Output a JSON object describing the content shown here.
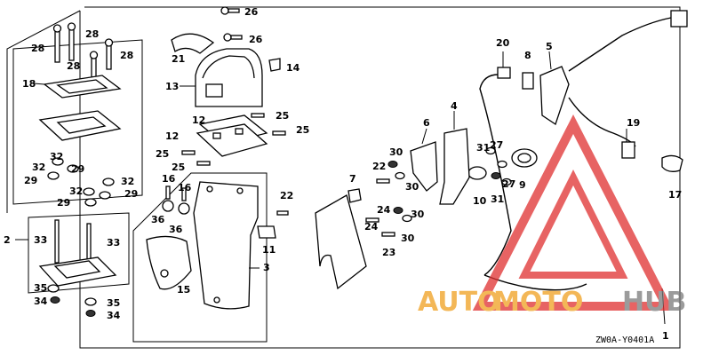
{
  "diagram": {
    "code": "ZW0A-Y0401A",
    "callouts": [
      "1",
      "2",
      "3",
      "5",
      "6",
      "4",
      "7",
      "8",
      "9",
      "10",
      "11",
      "12",
      "12",
      "13",
      "14",
      "15",
      "16",
      "16",
      "17",
      "18",
      "19",
      "20",
      "21",
      "22",
      "22",
      "23",
      "24",
      "24",
      "25",
      "25",
      "25",
      "25",
      "26",
      "26",
      "27",
      "27",
      "28",
      "28",
      "28",
      "28",
      "29",
      "29",
      "29",
      "29",
      "30",
      "30",
      "30",
      "30",
      "31",
      "31",
      "32",
      "32",
      "32",
      "32",
      "33",
      "33",
      "34",
      "34",
      "35",
      "35",
      "36",
      "36"
    ]
  },
  "watermark": {
    "word1": "AUTO",
    "word2": "MOTO",
    "word3": "HUB",
    "color_orange": "#f0a020",
    "color_gray": "#7a7a7a",
    "color_red": "#e03030"
  }
}
